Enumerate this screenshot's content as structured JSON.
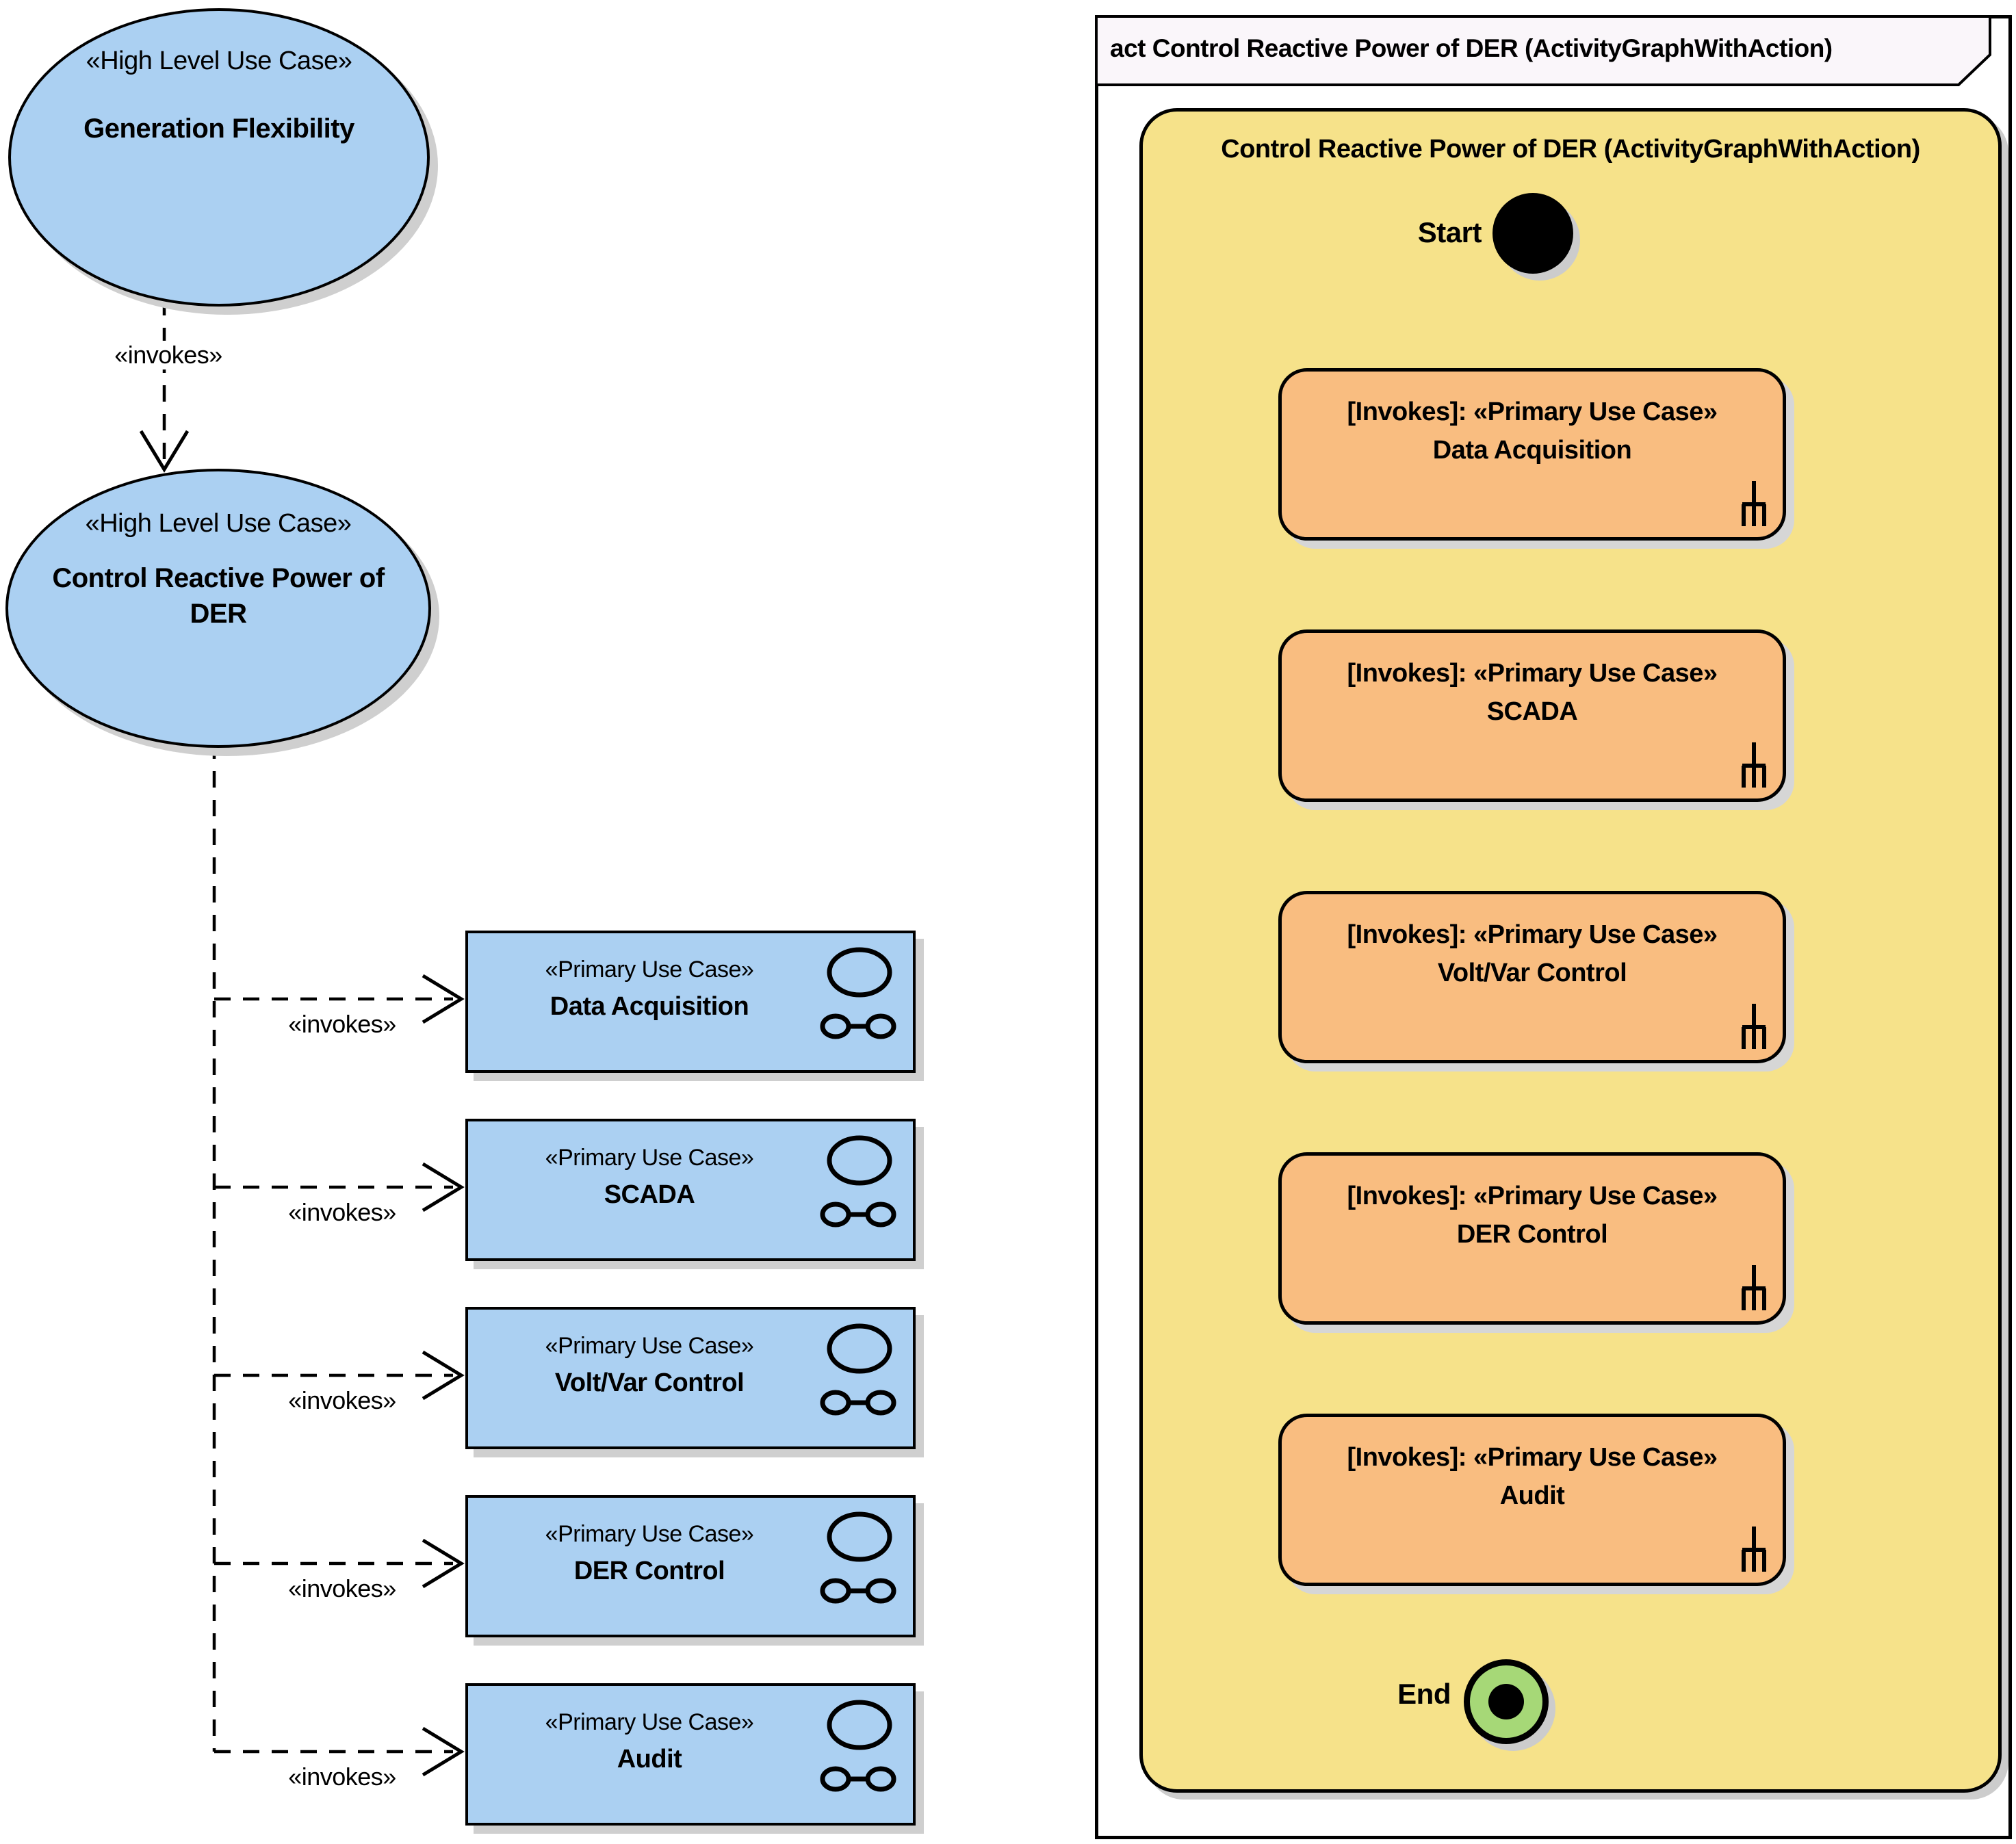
{
  "diagram": {
    "left": {
      "invokes_label": "«invokes»",
      "high_level_use_cases": [
        {
          "stereotype": "«High Level Use Case»",
          "name": "Generation Flexibility"
        },
        {
          "stereotype": "«High Level Use Case»",
          "name": "Control Reactive Power of DER"
        }
      ],
      "primary_use_cases": [
        {
          "stereotype": "«Primary Use Case»",
          "name": "Data Acquisition"
        },
        {
          "stereotype": "«Primary Use Case»",
          "name": "SCADA"
        },
        {
          "stereotype": "«Primary Use Case»",
          "name": "Volt/Var Control"
        },
        {
          "stereotype": "«Primary Use Case»",
          "name": "DER Control"
        },
        {
          "stereotype": "«Primary Use Case»",
          "name": "Audit"
        }
      ]
    },
    "activity": {
      "frame_title": "act Control Reactive Power of DER (ActivityGraphWithAction)",
      "region_title": "Control Reactive Power of DER (ActivityGraphWithAction)",
      "start_label": "Start",
      "end_label": "End",
      "actions": [
        {
          "line1": "[Invokes]: «Primary Use Case»",
          "line2": "Data Acquisition"
        },
        {
          "line1": "[Invokes]: «Primary Use Case»",
          "line2": "SCADA"
        },
        {
          "line1": "[Invokes]: «Primary Use Case»",
          "line2": "Volt/Var Control"
        },
        {
          "line1": "[Invokes]: «Primary Use Case»",
          "line2": "DER Control"
        },
        {
          "line1": "[Invokes]: «Primary Use Case»",
          "line2": "Audit"
        }
      ]
    },
    "colors": {
      "use_case_fill": "#abd0f2",
      "activity_region_fill": "#f6e28a",
      "action_fill": "#f9bd80",
      "final_node_ring": "#a6d877",
      "frame_tab_fill": "#faf6fa",
      "shadow": "#cfcfcf"
    }
  }
}
